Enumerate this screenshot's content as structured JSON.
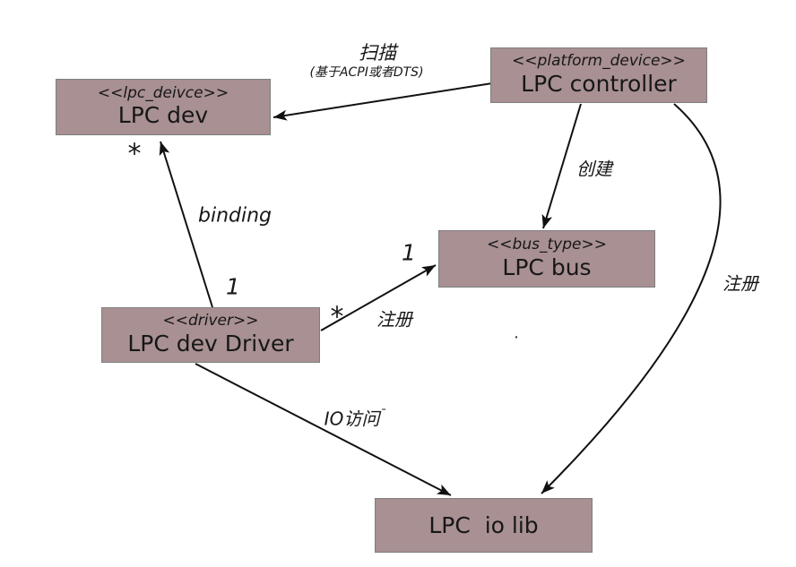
{
  "colors": {
    "background": "#ffffff",
    "node_fill": "#a89093",
    "node_border": "#7e7e7e",
    "line": "#111111",
    "text": "#171717"
  },
  "nodes": {
    "lpc_dev": {
      "stereotype": "<<lpc_deivce>>",
      "name": "LPC dev"
    },
    "lpc_controller": {
      "stereotype": "<<platform_device>>",
      "name": "LPC controller"
    },
    "lpc_bus": {
      "stereotype": "<<bus_type>>",
      "name": "LPC bus"
    },
    "lpc_dev_driver": {
      "stereotype": "<<driver>>",
      "name": "LPC dev Driver"
    },
    "lpc_io_lib": {
      "name": "LPC  io lib"
    }
  },
  "edges": {
    "scan": {
      "from": "lpc_controller",
      "to": "lpc_dev",
      "label": "扫描",
      "sublabel": "(基于ACPI或者DTS)"
    },
    "create": {
      "from": "lpc_controller",
      "to": "lpc_bus",
      "label": "创建"
    },
    "binding": {
      "from": "lpc_dev_driver",
      "to": "lpc_dev",
      "label": "binding",
      "from_multiplicity": "1",
      "to_multiplicity": "*"
    },
    "register_bus": {
      "from": "lpc_dev_driver",
      "to": "lpc_bus",
      "label": "注册",
      "from_multiplicity": "*",
      "to_multiplicity": "1"
    },
    "register_lib": {
      "from": "lpc_controller",
      "to": "lpc_io_lib",
      "label": "注册"
    },
    "io_access": {
      "from": "lpc_dev_driver",
      "to": "lpc_io_lib",
      "label": "IO访问",
      "mark": "¯"
    }
  },
  "artifact_dot": "·"
}
